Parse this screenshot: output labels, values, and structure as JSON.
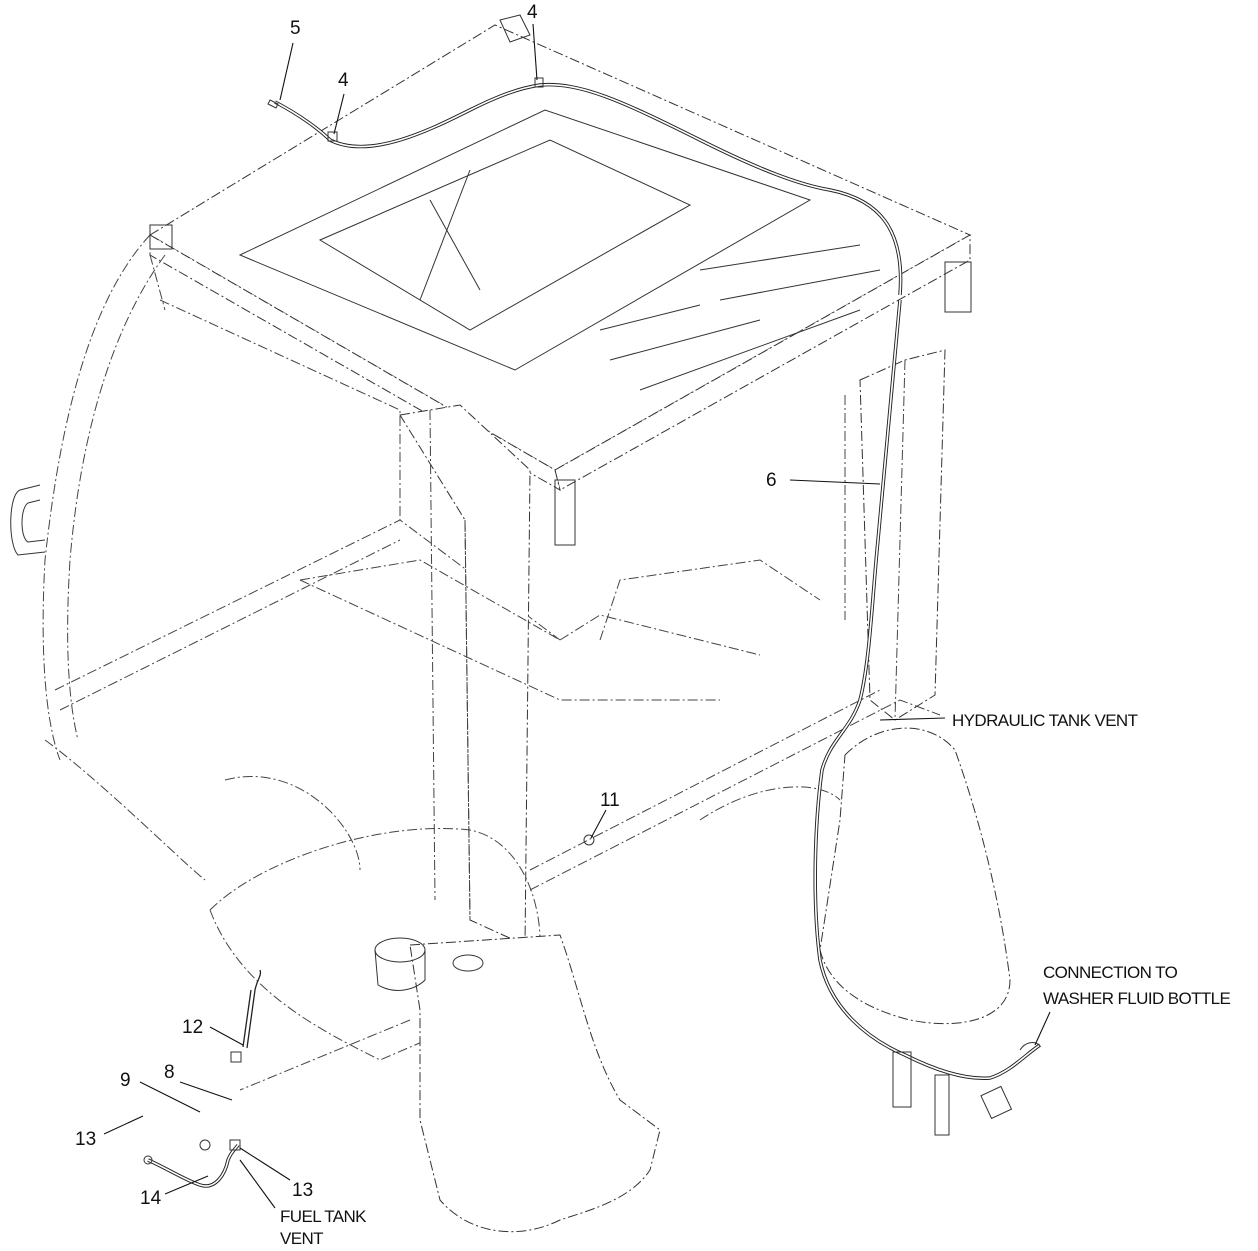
{
  "callouts": {
    "c5": "5",
    "c4a": "4",
    "c4b": "4",
    "c6": "6",
    "c11": "11",
    "c12": "12",
    "c9": "9",
    "c8": "8",
    "c13a": "13",
    "c13b": "13",
    "c14": "14"
  },
  "notes": {
    "hydraulic": "HYDRAULIC TANK VENT",
    "washer_line1": "CONNECTION TO",
    "washer_line2": "WASHER FLUID BOTTLE",
    "fuel_line1": "FUEL TANK",
    "fuel_line2": "VENT"
  }
}
